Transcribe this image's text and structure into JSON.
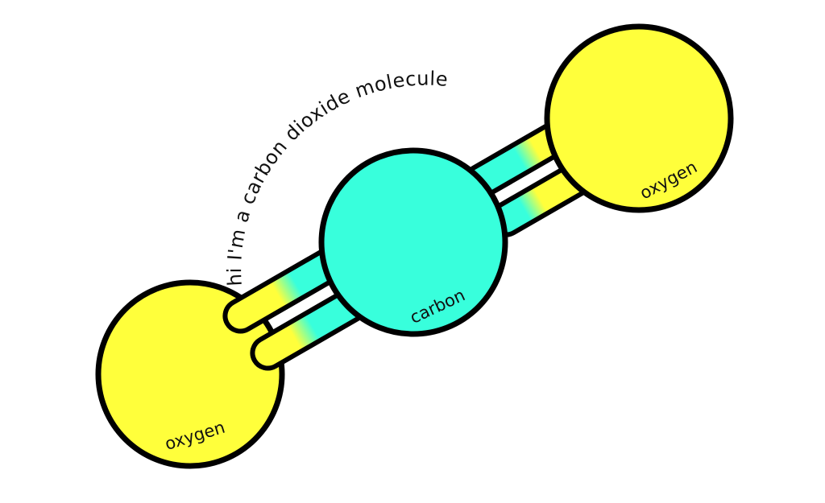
{
  "caption": "hi I'm a carbon dioxide molecule",
  "atoms": {
    "left_oxygen": {
      "label": "oxygen"
    },
    "carbon": {
      "label": "carbon"
    },
    "right_oxygen": {
      "label": "oxygen"
    }
  },
  "colors": {
    "oxygen": "#ffff3b",
    "carbon": "#38ffdc",
    "outline": "#000000"
  }
}
